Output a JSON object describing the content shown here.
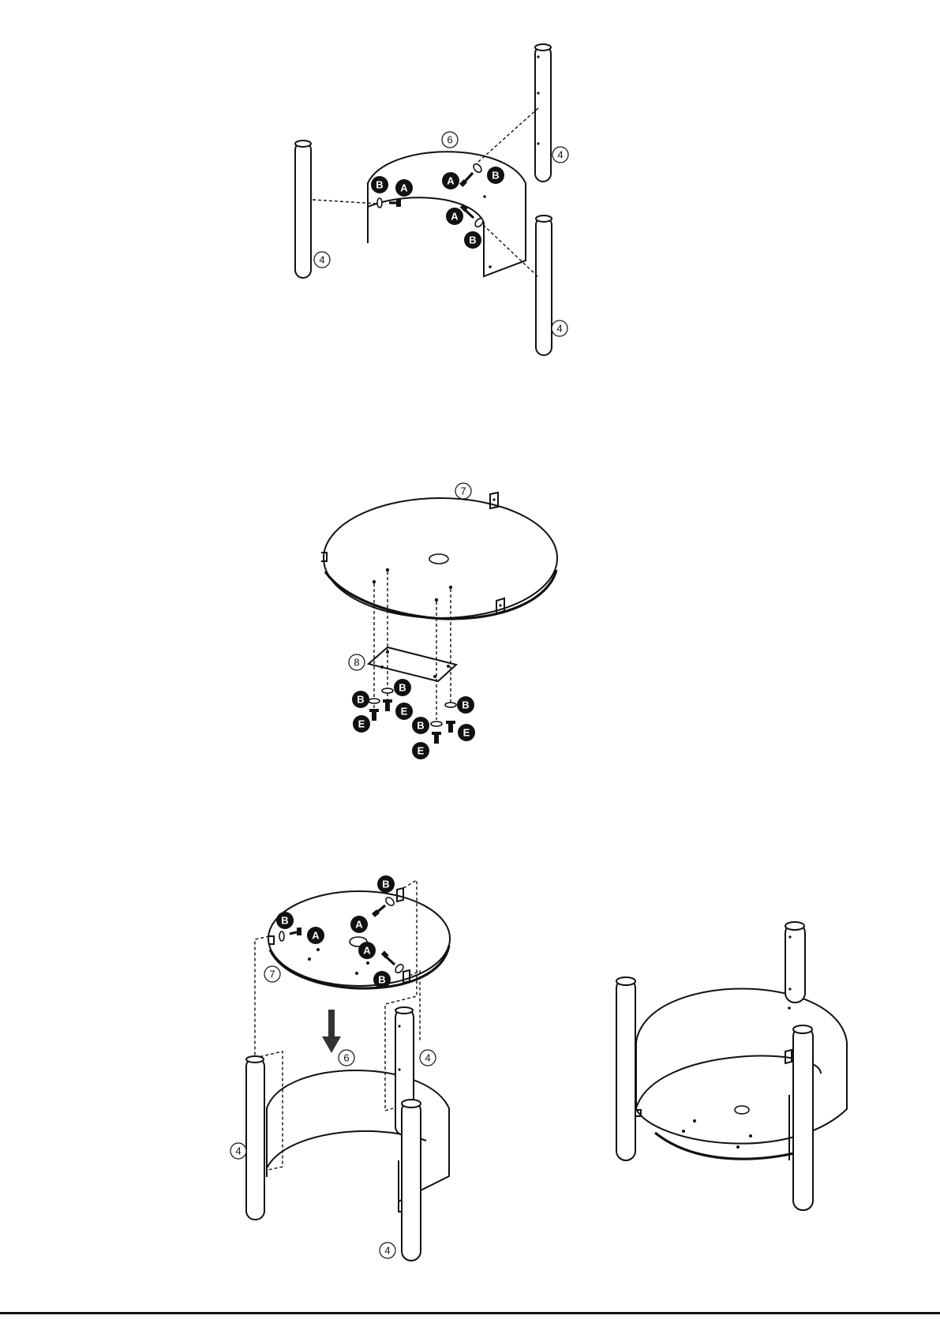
{
  "parts": {
    "four": "4",
    "six": "6",
    "seven": "7",
    "eight": "8"
  },
  "hardware": {
    "a": "A",
    "b": "B",
    "e": "E"
  }
}
